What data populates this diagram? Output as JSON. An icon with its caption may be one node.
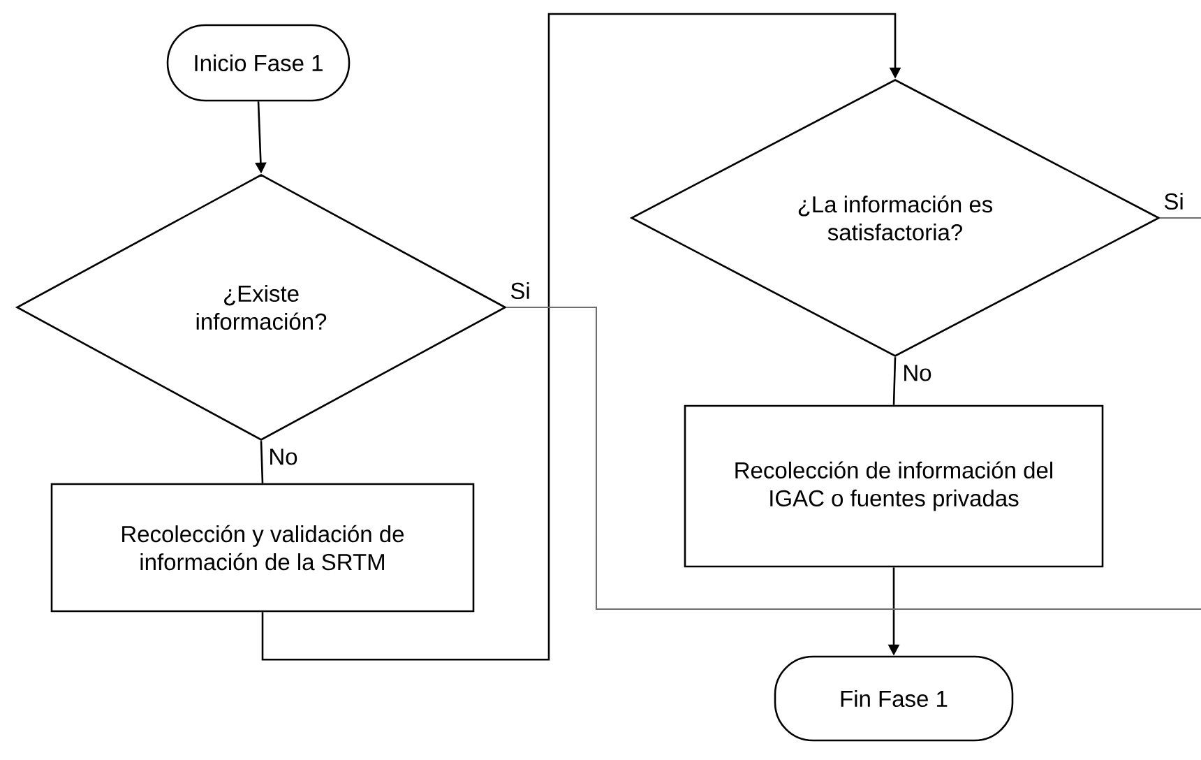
{
  "diagram": {
    "nodes": [
      {
        "text": [
          "Inicio Fase 1"
        ]
      },
      {
        "text": [
          "¿Existe información?"
        ]
      },
      {
        "text": [
          "Recolección y validación de información de la SRTM"
        ]
      },
      {
        "text": [
          "¿La información es satisfactoria?"
        ]
      },
      {
        "text": [
          "Recolección de información del IGAC o fuentes privadas"
        ]
      },
      {
        "text": [
          "Fin Fase 1"
        ]
      }
    ],
    "edges": [
      {
        "from": 0,
        "to": 1,
        "arrow": "to"
      },
      {
        "from": 1,
        "to": 2,
        "arrow": "none",
        "label": "No"
      },
      {
        "from": 2,
        "to": 3,
        "arrow": "to"
      },
      {
        "from": 3,
        "to": 4,
        "arrow": "none",
        "label": "No"
      },
      {
        "from": 4,
        "to": 5,
        "arrow": "to"
      },
      {
        "from": 1,
        "to": null,
        "arrow": "none",
        "label": "Si",
        "color": "#6e6e6e"
      },
      {
        "from": 3,
        "to": null,
        "arrow": "none",
        "label": "Si",
        "color": "#6e6e6e"
      }
    ]
  }
}
